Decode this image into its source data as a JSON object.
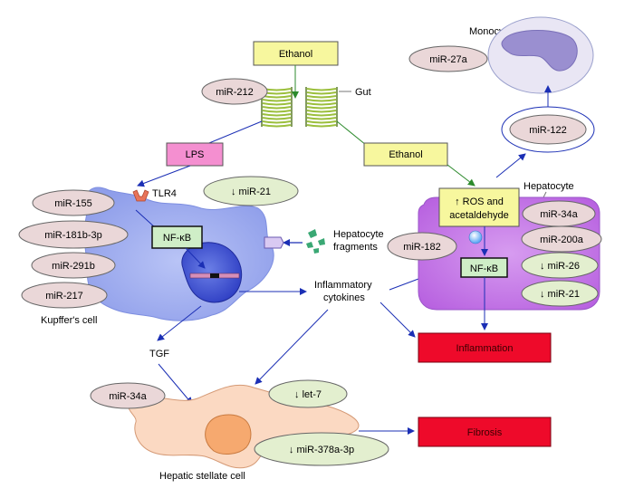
{
  "colors": {
    "arrow_blue": "#1b2fb5",
    "arrow_green": "#2c8a2c",
    "mir_pink": "#ead7d8",
    "mir_green": "#e3efcf",
    "box_yellow": "#f7f79e",
    "lps_pink": "#f48fd0",
    "nfkb_green": "#cfeec7",
    "red_box": "#ee0a2a",
    "kupffer_blue": "#8f9eea",
    "hepatocyte_purple": "#c67ce8",
    "stellate_peach": "#fbd9c2",
    "monocyte_fill": "#e9e6f4"
  },
  "labels": {
    "ethanol_top": "Ethanol",
    "gut": "Gut",
    "lps": "LPS",
    "ethanol_right": "Ethanol",
    "monocyte": "Monocyte",
    "tlr4": "TLR4",
    "hepatocyte": "Hepatocyte",
    "ros_line1": "↑ ROS and",
    "ros_line2": "acetaldehyde",
    "nfkb_left": "NF-κB",
    "nfkb_right": "NF-κB",
    "hep_frag_line1": "Hepatocyte",
    "hep_frag_line2": "fragments",
    "infl_line1": "Inflammatory",
    "infl_line2": "cytokines",
    "kupffer": "Kupffer's cell",
    "tgf": "TGF",
    "inflammation": "Inflammation",
    "fibrosis": "Fibrosis",
    "stellate": "Hepatic stellate cell"
  },
  "mirnas": {
    "mir212": "miR-212",
    "mir27a": "miR-27a",
    "mir122": "miR-122",
    "mir21_kupffer": "↓ miR-21",
    "mir155": "miR-155",
    "mir181b": "miR-181b-3p",
    "mir291b": "miR-291b",
    "mir217": "miR-217",
    "mir182": "miR-182",
    "mir34a_hep": "miR-34a",
    "mir200a": "miR-200a",
    "mir26": "↓ miR-26",
    "mir21_hep": "↓ miR-21",
    "mir34a_stellate": "miR-34a",
    "let7": "↓ let-7",
    "mir378": "↓ miR-378a-3p"
  }
}
